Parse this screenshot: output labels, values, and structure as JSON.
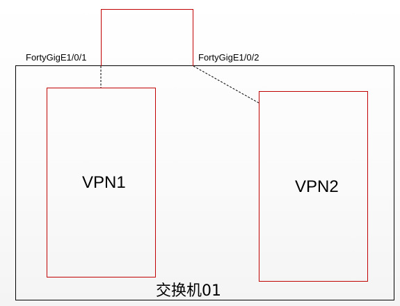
{
  "switch": {
    "name": "交换机01"
  },
  "ports": {
    "port1": "FortyGigE1/0/1",
    "port2": "FortyGigE1/0/2"
  },
  "vpns": {
    "vpn1": "VPN1",
    "vpn2": "VPN2"
  },
  "colors": {
    "switch_border": "#000000",
    "vpn_border": "#c00000",
    "link_dashed": "#000000"
  }
}
